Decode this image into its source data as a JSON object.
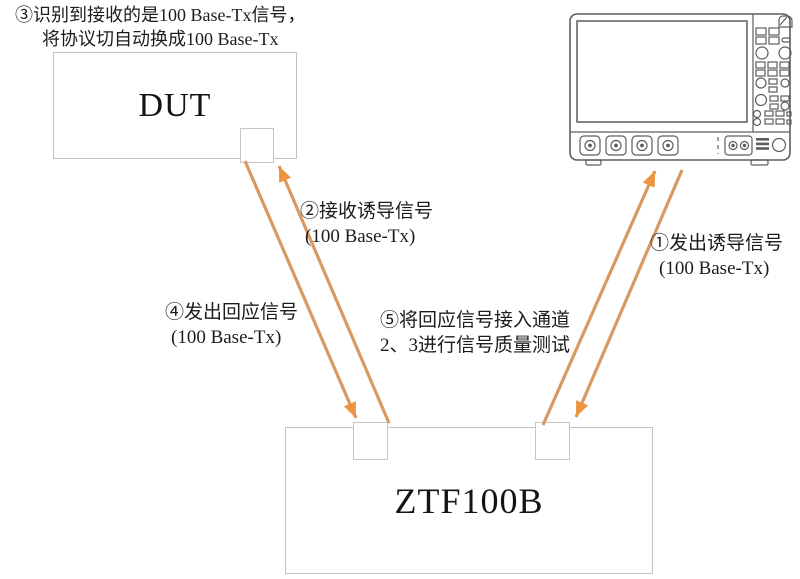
{
  "colors": {
    "arrow_line": "#D89A62",
    "arrow_head": "#EC9440",
    "box_border": "#C2C2C2",
    "scope_stroke": "#5D5D5D",
    "text": "#1C1C1C"
  },
  "devices": {
    "dut": {
      "label": "DUT"
    },
    "fixture": {
      "label": "ZTF100B"
    },
    "oscilloscope": {
      "description": "oscilloscope line drawing with screen, control knobs and 4 channel inputs"
    }
  },
  "annotations": {
    "step1": {
      "line1": "①发出诱导信号",
      "line2": "(100 Base-Tx)"
    },
    "step2": {
      "line1": "②接收诱导信号",
      "line2": "(100 Base-Tx)"
    },
    "step3": {
      "line1": "③识别到接收的是100 Base-Tx信号，",
      "line2": "将协议切自动换成100 Base-Tx"
    },
    "step4": {
      "line1": "④发出回应信号",
      "line2": "(100 Base-Tx)"
    },
    "step5": {
      "line1": "⑤将回应信号接入通道",
      "line2": "2、3进行信号质量测试"
    }
  }
}
